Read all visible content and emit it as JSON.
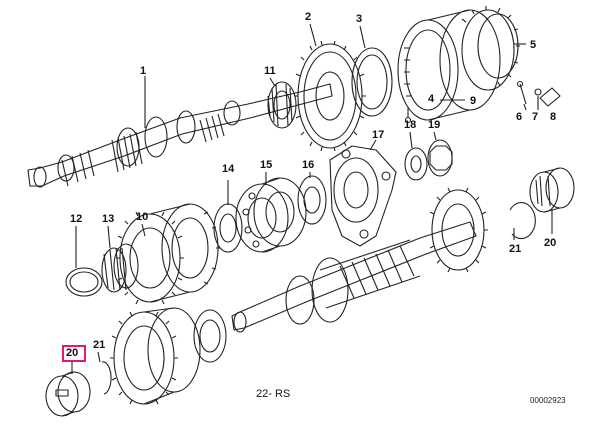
{
  "diagram": {
    "title": "22- RS",
    "code": "00002923",
    "highlight_color": "#e0187a",
    "labels": [
      "1",
      "2",
      "3",
      "4",
      "5",
      "6",
      "7",
      "8",
      "9",
      "10",
      "11",
      "12",
      "13",
      "14",
      "15",
      "16",
      "17",
      "18",
      "19",
      "20",
      "21",
      "21",
      "20"
    ],
    "highlighted_label": "20"
  }
}
